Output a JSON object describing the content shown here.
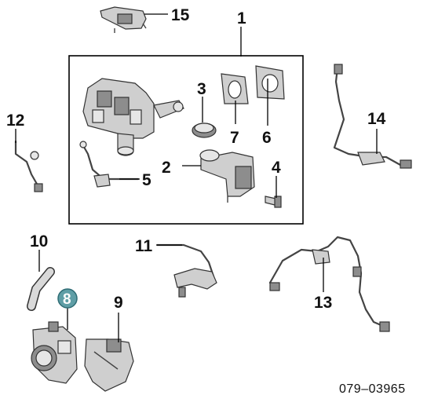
{
  "diagram": {
    "part_number": "079–03965",
    "callouts": {
      "c1": "1",
      "c2": "2",
      "c3": "3",
      "c4": "4",
      "c5": "5",
      "c6": "6",
      "c7": "7",
      "c8": "8",
      "c9": "9",
      "c10": "10",
      "c11": "11",
      "c12": "12",
      "c13": "13",
      "c14": "14",
      "c15": "15"
    },
    "colors": {
      "badge_fill": "#5f9ea6",
      "line": "#000000",
      "part_fill": "#cfcfcf"
    }
  }
}
